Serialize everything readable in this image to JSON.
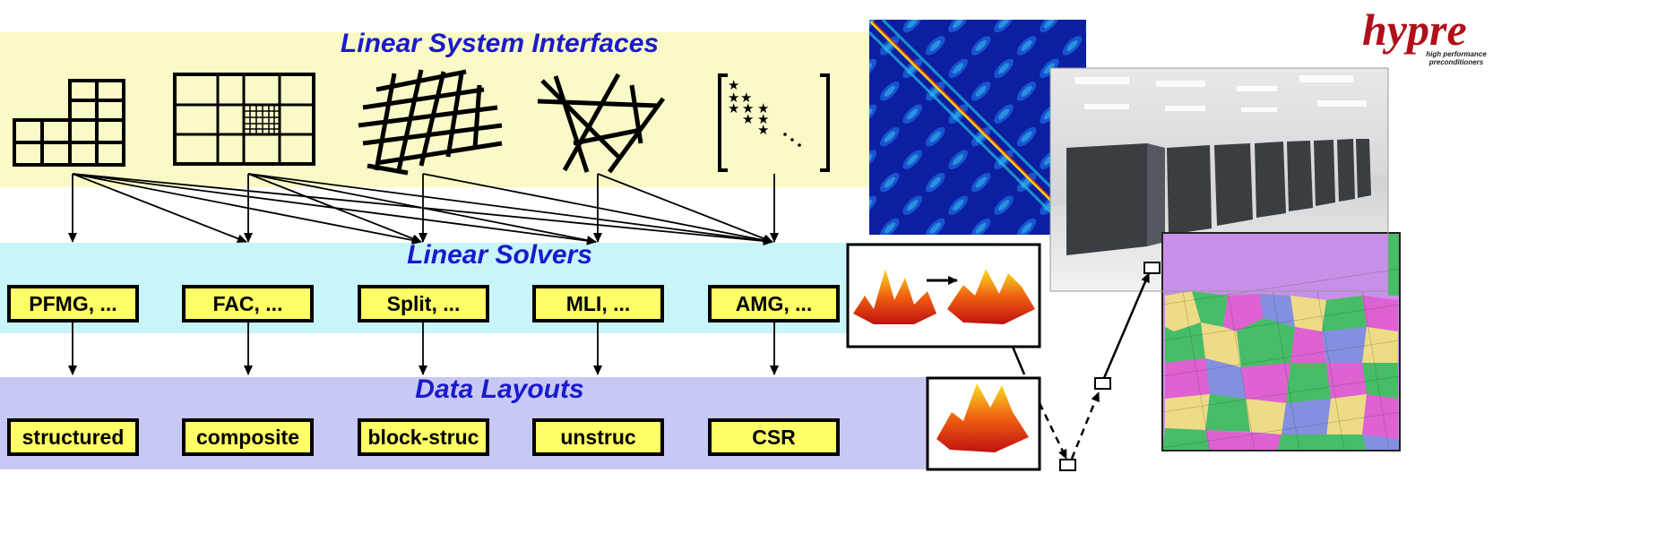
{
  "bands": {
    "interfaces": {
      "title": "Linear System Interfaces",
      "color": "#fafac8"
    },
    "solvers": {
      "title": "Linear Solvers",
      "color": "#c8f5fa"
    },
    "layouts": {
      "title": "Data Layouts",
      "color": "#c8c8f5"
    }
  },
  "solvers": [
    "PFMG, ...",
    "FAC, ...",
    "Split, ...",
    "MLI, ...",
    "AMG, ..."
  ],
  "layouts": [
    "structured",
    "composite",
    "block-struc",
    "unstruc",
    "CSR"
  ],
  "interface_icons": [
    "structured-grid-icon",
    "composite-grid-icon",
    "block-structured-grid-icon",
    "unstructured-grid-icon",
    "sparse-matrix-icon"
  ],
  "logo": {
    "name": "hypre",
    "subtitle": "high performance preconditioners"
  },
  "images": [
    "sparse-matrix-heatmap",
    "supercomputer-room-photo",
    "partitioned-mesh",
    "multigrid-surface-plots"
  ],
  "colors": {
    "box_fill": "#ffff66",
    "title_blue": "#1a1acc",
    "logo_red": "#b0101a"
  }
}
